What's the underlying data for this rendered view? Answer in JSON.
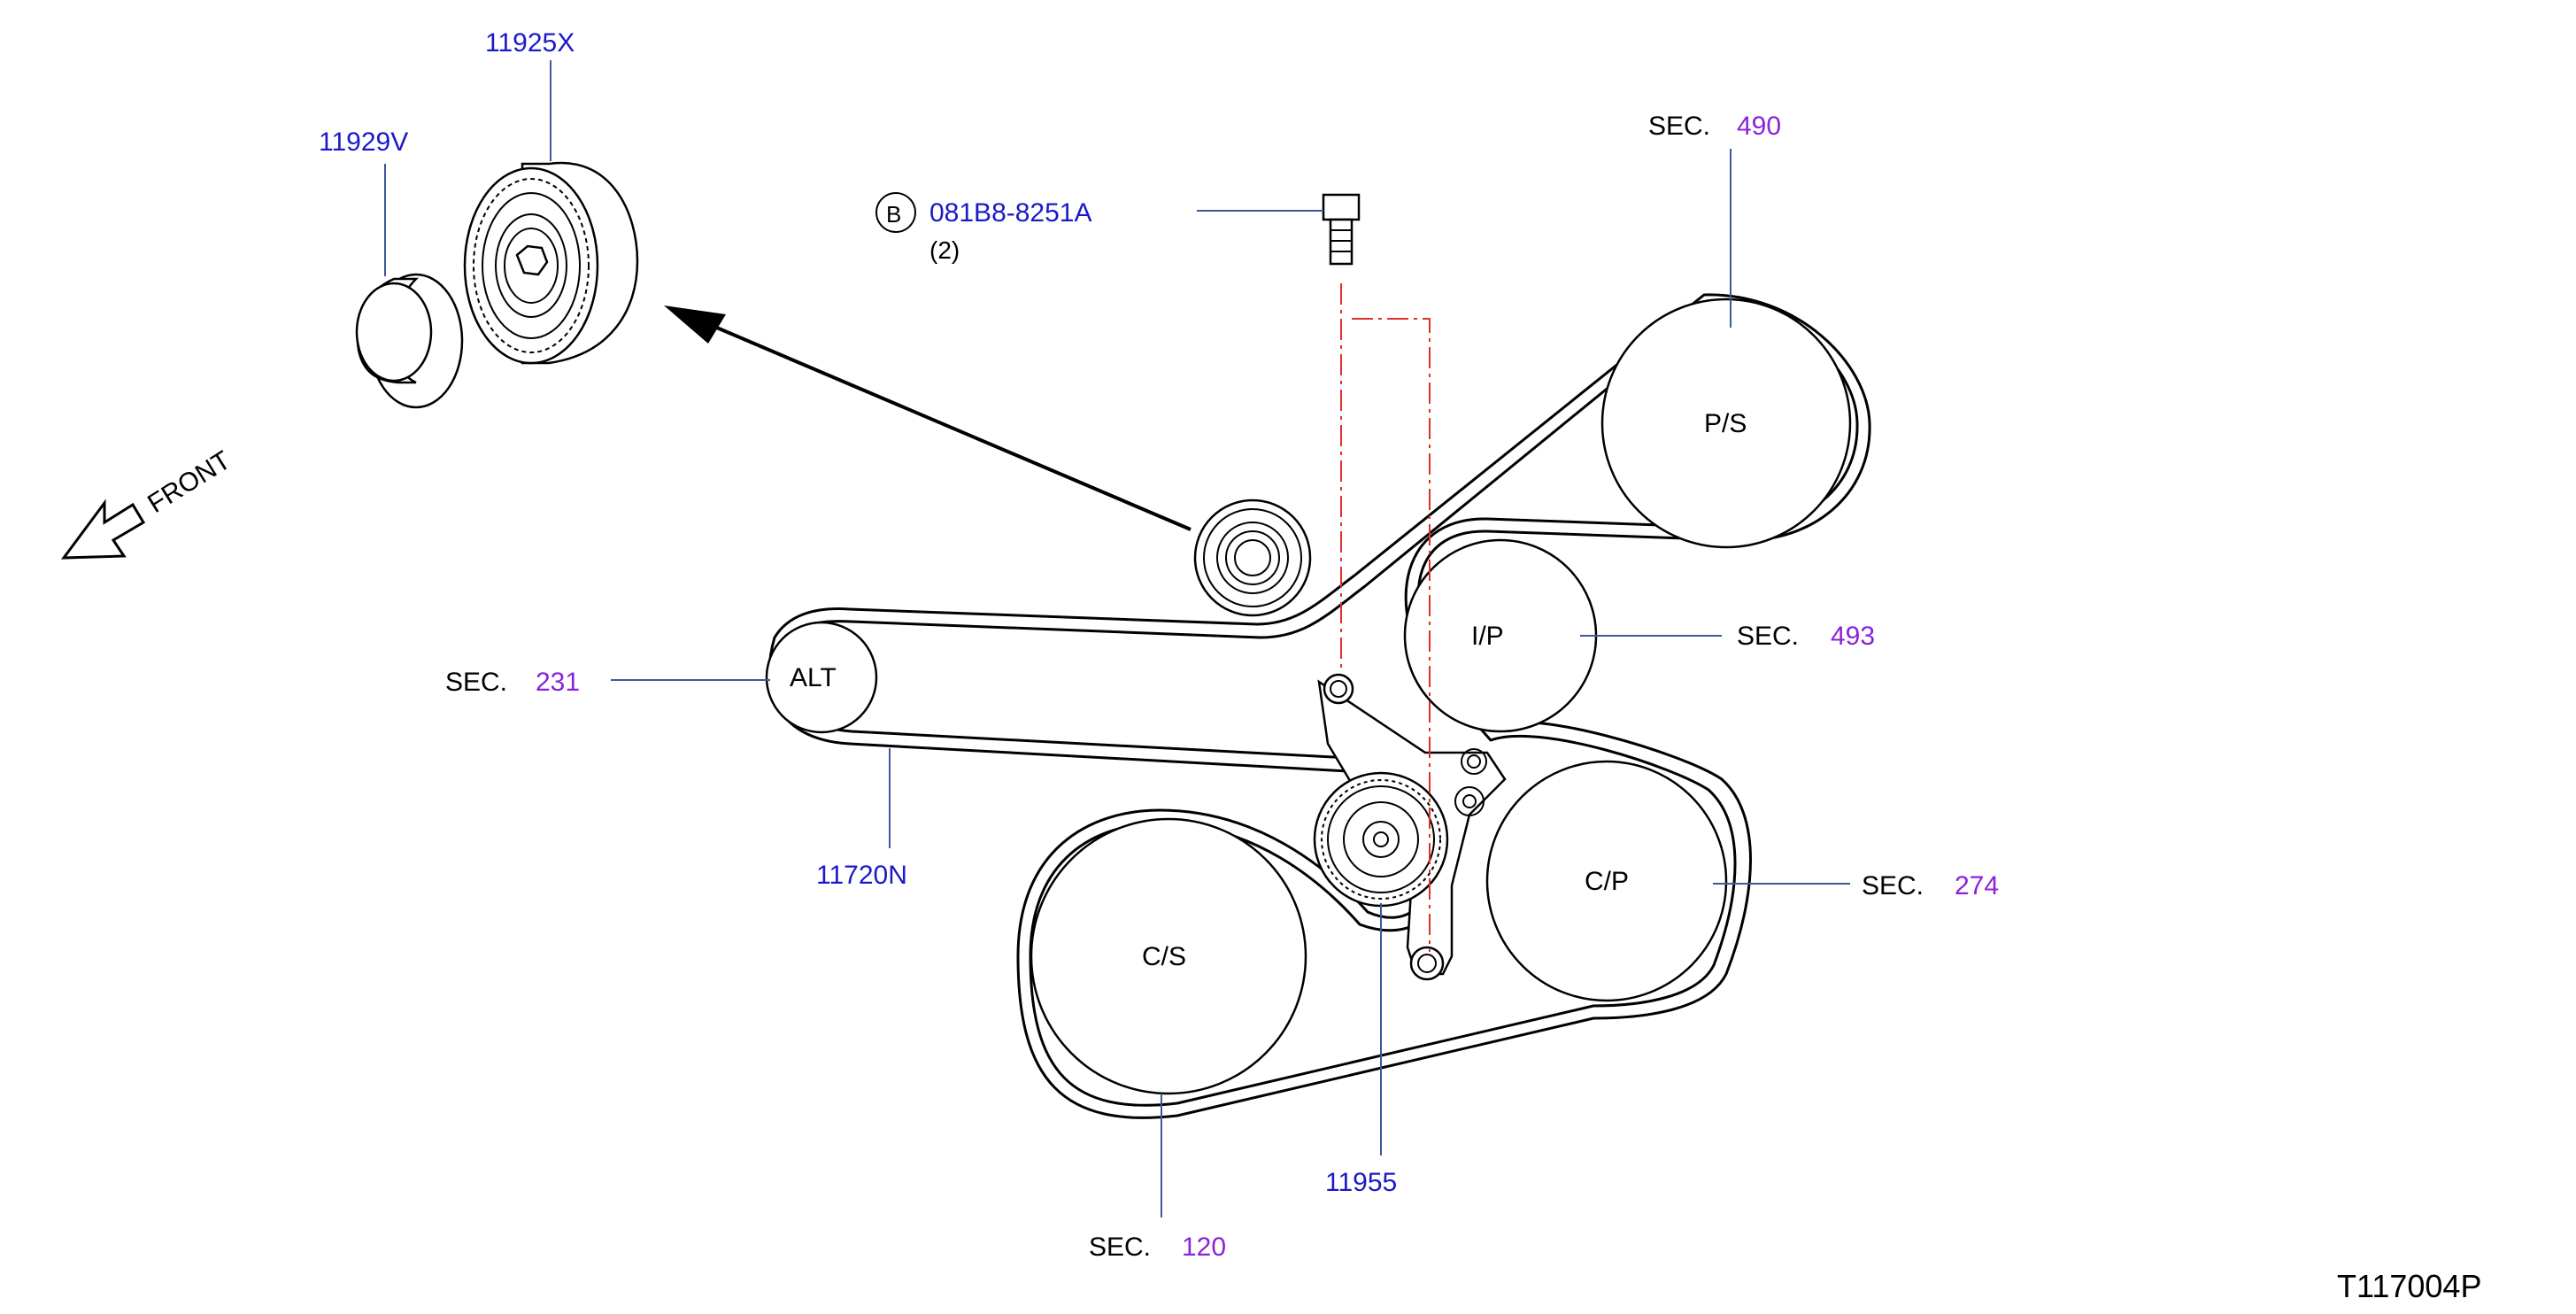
{
  "colors": {
    "part_number": "#1a1ac8",
    "section_number": "#8b22d8",
    "leader": "#3a5a9a",
    "centerline": "#e0302a",
    "ink": "#000000"
  },
  "parts": {
    "idler_pulley": "11925X",
    "idler_cap": "11929V",
    "bolt": "081B8-8251A",
    "bolt_qty": "(2)",
    "bolt_ref_letter": "B",
    "belt": "11720N",
    "tensioner": "11955"
  },
  "pulleys": {
    "ps": "P/S",
    "ip": "I/P",
    "alt": "ALT",
    "cp": "C/P",
    "cs": "C/S"
  },
  "sections": {
    "prefix": "SEC.",
    "ps": "490",
    "ip": "493",
    "alt": "231",
    "cp": "274",
    "cs": "120"
  },
  "front_label": "FRONT",
  "diagram_code": "T117004P"
}
